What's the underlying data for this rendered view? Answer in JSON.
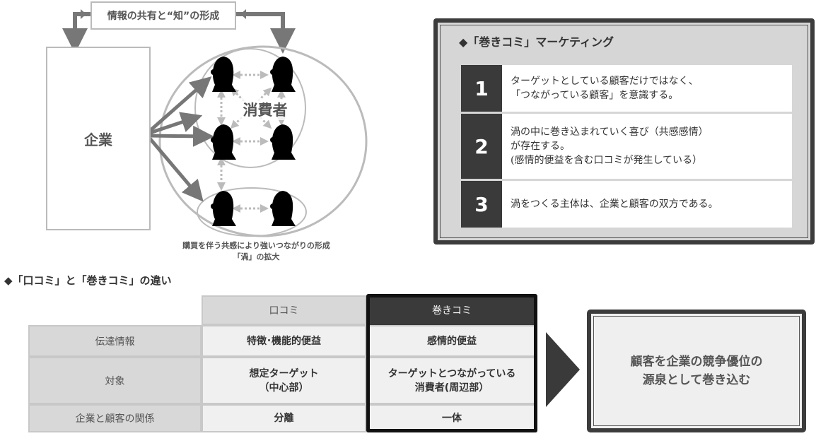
{
  "diagram": {
    "top_label": "情報の共有と“知”の形成",
    "company": "企業",
    "consumers": "消費者",
    "caption_line1": "購買を伴う共感により強いつながりの形成",
    "caption_line2": "「渦」の拡大"
  },
  "panel": {
    "title": "◆「巻きコミ」マーケティング",
    "items": [
      {
        "num": "1",
        "lines": [
          "ターゲットとしている顧客だけではなく、",
          "「つながっている顧客」を意識する。"
        ]
      },
      {
        "num": "2",
        "lines": [
          "渦の中に巻き込まれていく喜び（共感感情）",
          "が存在する。",
          "(感情的便益を含む口コミが発生している）"
        ]
      },
      {
        "num": "3",
        "lines": [
          "渦をつくる主体は、企業と顧客の双方である。"
        ]
      }
    ]
  },
  "comparison": {
    "heading": "◆「口コミ」と「巻きコミ」の違い",
    "columns": [
      "口コミ",
      "巻きコミ"
    ],
    "rows": [
      {
        "label": "伝達情報",
        "kuchikomi": [
          "特徴･機能的便益"
        ],
        "makikomi": [
          "感情的便益"
        ]
      },
      {
        "label": "対象",
        "kuchikomi": [
          "想定ターゲット",
          "（中心部）"
        ],
        "makikomi": [
          "ターゲットとつながっている",
          "消費者(周辺部）"
        ]
      },
      {
        "label": "企業と顧客の関係",
        "kuchikomi": [
          "分離"
        ],
        "makikomi": [
          "一体"
        ]
      }
    ],
    "result_line1": "顧客を企業の競争優位の",
    "result_line2": "源泉として巻き込む"
  },
  "colors": {
    "dark": "#3a3a3a",
    "gray": "#bbbbbb",
    "arrow": "#777777"
  }
}
